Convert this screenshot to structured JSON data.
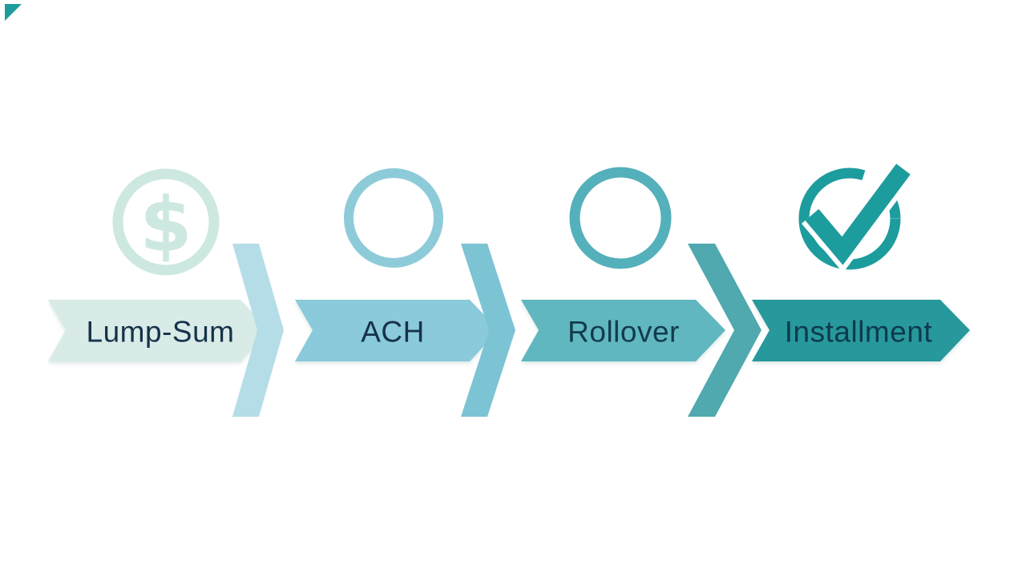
{
  "background_color": "#ffffff",
  "diagram_type": "process-flow",
  "steps": [
    {
      "label": "Lump-Sum",
      "icon": "dollar-circle-icon",
      "icon_symbol": "$",
      "icon_color": "#cde8e0",
      "banner_color": "#d8ebe7",
      "text_color": "#16324a"
    },
    {
      "label": "ACH",
      "icon": "circle-icon",
      "icon_color": "#8ecbd9",
      "banner_color": "#8acada",
      "text_color": "#16324a"
    },
    {
      "label": "Rollover",
      "icon": "circle-icon",
      "icon_color": "#54b0ba",
      "banner_color": "#61b7c0",
      "text_color": "#113b4c"
    },
    {
      "label": "Installment",
      "icon": "check-circle-icon",
      "icon_color": "#1d9c9d",
      "banner_color": "#27989b",
      "text_color": "#0d3a4e"
    }
  ],
  "connectors": [
    {
      "color": "#b5dde8"
    },
    {
      "color": "#7cc4d4"
    },
    {
      "color": "#4fa9ae"
    }
  ],
  "decoration": {
    "corner_mark_color": "#1e9c9d"
  }
}
